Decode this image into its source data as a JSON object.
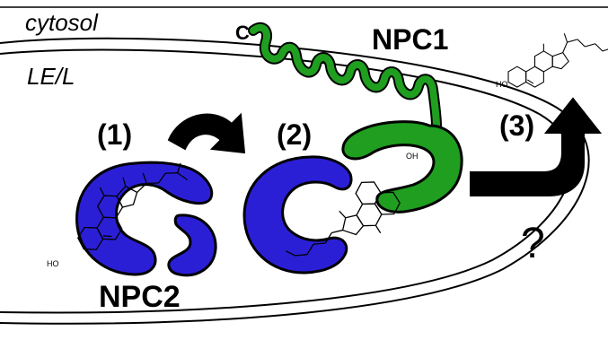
{
  "labels": {
    "cytosol": "cytosol",
    "lumen": "LE/L",
    "npc1": "NPC1",
    "npc2": "NPC2",
    "c_terminus": "C",
    "step1": "(1)",
    "step2": "(2)",
    "step3": "(3)",
    "question": "?",
    "oh_left": "HO",
    "oh_middle": "OH",
    "oh_right": "HO"
  },
  "colors": {
    "npc2": "#2b1fd6",
    "npc1": "#1f9e1f",
    "membrane": "#000000",
    "arrow": "#000000"
  }
}
